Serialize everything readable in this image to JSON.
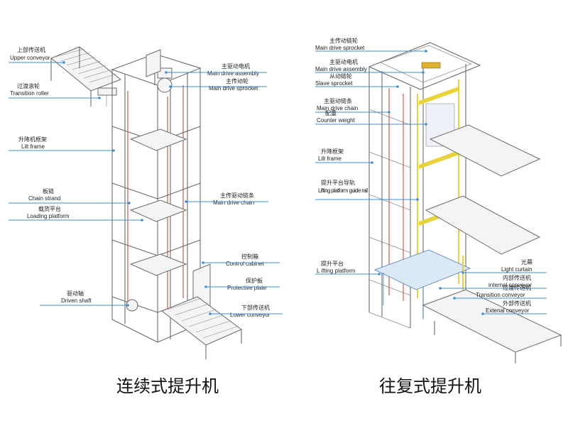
{
  "colors": {
    "leader": "#3c8fd6",
    "chain": "#c0392b",
    "guide_rail": "#e8d43a",
    "frame": "#6b6b6b"
  },
  "left_diagram": {
    "caption": "连续式提升机",
    "labels": [
      {
        "cn": "上部传送机",
        "en": "Upper conveyor"
      },
      {
        "cn": "过渡滚轮",
        "en": "Transition roller"
      },
      {
        "cn": "升降机框架",
        "en": "Lilt frame"
      },
      {
        "cn": "板链",
        "en": "Chain strand"
      },
      {
        "cn": "载货平台",
        "en": "Loading platform"
      },
      {
        "cn": "驱动轴",
        "en": "Driven shaft"
      },
      {
        "cn": "主驱动电机",
        "en": "Main drive assembly"
      },
      {
        "cn": "主传动轮",
        "en": "Main drive sprocket"
      },
      {
        "cn": "主传驱动链条",
        "en": "Main drive chain"
      },
      {
        "cn": "控制箱",
        "en": "Control cabinet"
      },
      {
        "cn": "保护板",
        "en": "Protective plate"
      },
      {
        "cn": "下部传送机",
        "en": "Lower conveyor"
      }
    ]
  },
  "right_diagram": {
    "caption": "往复式提升机",
    "labels": [
      {
        "cn": "主传动链轮",
        "en": "Main drive sprocket"
      },
      {
        "cn": "主驱动电机",
        "en": "Main drive assembly"
      },
      {
        "cn": "从动链轮",
        "en": "Slave sprocket"
      },
      {
        "cn": "主驱动链条",
        "en": "Main drive chain"
      },
      {
        "cn": "配重",
        "en": "Counter weight"
      },
      {
        "cn": "升降框架",
        "en": "Lilt frame"
      },
      {
        "cn": "提升平台导轨",
        "en": "Lifting platform guide rail"
      },
      {
        "cn": "提升平台",
        "en": "L ifting platform"
      },
      {
        "cn": "光幕",
        "en": "Light curtain"
      },
      {
        "cn": "内部传送机",
        "en": "internal conveyor"
      },
      {
        "cn": "过渡传送机",
        "en": "Transition conveyor"
      },
      {
        "cn": "外部传送机",
        "en": "Extenal conveyor"
      }
    ]
  }
}
